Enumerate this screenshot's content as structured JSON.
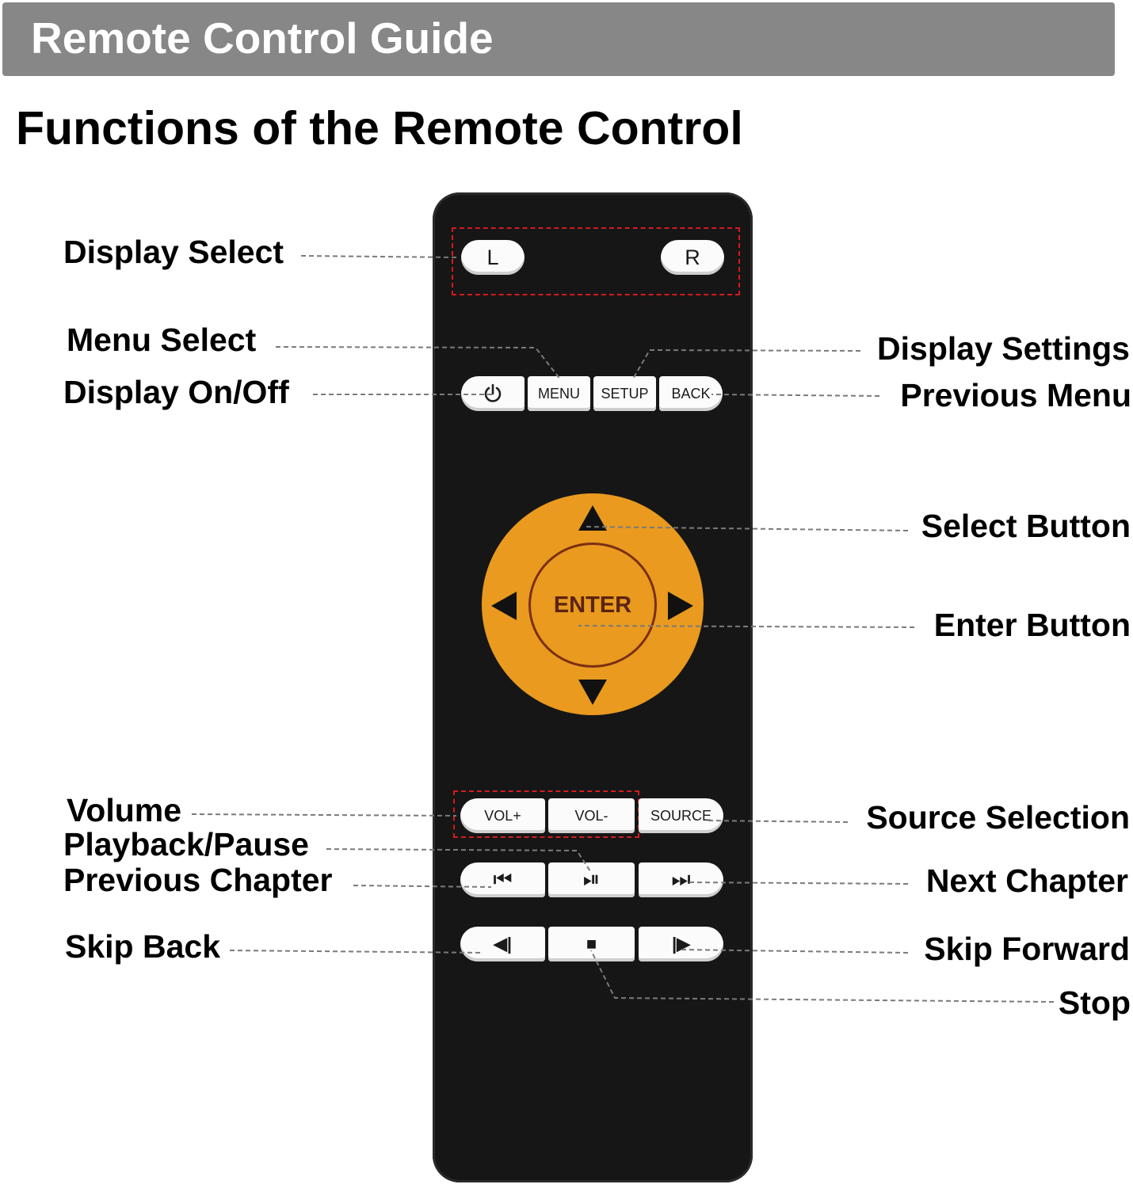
{
  "header": {
    "title": "Remote Control Guide"
  },
  "subtitle": "Functions of the Remote Control",
  "callouts": {
    "display_select": "Display Select",
    "menu_select": "Menu Select",
    "display_on_off": "Display On/Off",
    "display_settings": "Display Settings",
    "previous_menu": "Previous Menu",
    "select_button": "Select Button",
    "enter_button": "Enter Button",
    "volume": "Volume",
    "playback_pause": "Playback/Pause",
    "previous_chapter": "Previous Chapter",
    "skip_back": "Skip Back",
    "source_selection": "Source Selection",
    "next_chapter": "Next Chapter",
    "skip_forward": "Skip Forward",
    "stop": "Stop"
  },
  "remote": {
    "display_left": "L",
    "display_right": "R",
    "menu": "MENU",
    "setup": "SETUP",
    "back": "BACK",
    "enter": "ENTER",
    "vol_up": "VOL+",
    "vol_down": "VOL-",
    "source": "SOURCE",
    "prev_chapter_glyph": "⏮",
    "play_pause_glyph": "⏯",
    "next_chapter_glyph": "⏭",
    "skip_back_glyph": "◀|",
    "stop_glyph": "■",
    "skip_forward_glyph": "|▶",
    "power_icon": "power-icon",
    "colors": {
      "body": "#161616",
      "dpad": "#e99a1f",
      "highlight_box": "#d21c1c",
      "header_bar": "#878787"
    }
  }
}
